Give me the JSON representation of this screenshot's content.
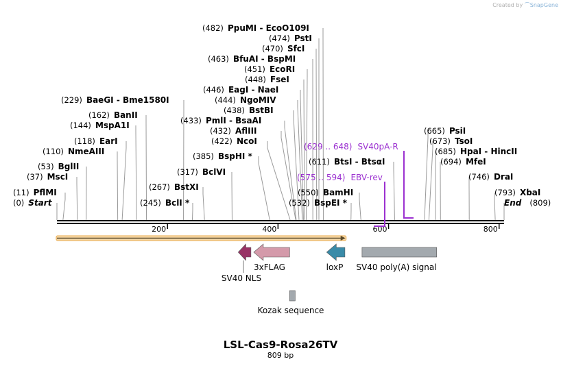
{
  "credit": {
    "prefix": "Created by",
    "brand": "SnapGene"
  },
  "title": "LSL-Cas9-Rosa26TV",
  "length_label": "809 bp",
  "sequence_length": 809,
  "ticks": [
    200,
    400,
    600,
    800
  ],
  "sites": [
    {
      "pos": "(482)",
      "name": "PpuMI",
      "name2": "EcoO109I",
      "bp": 482
    },
    {
      "pos": "(474)",
      "name": "PstI",
      "bp": 474
    },
    {
      "pos": "(470)",
      "name": "SfcI",
      "bp": 470
    },
    {
      "pos": "(463)",
      "name": "BfuAI",
      "name2": "BspMI",
      "bp": 463
    },
    {
      "pos": "(451)",
      "name": "EcoRI",
      "bp": 451
    },
    {
      "pos": "(448)",
      "name": "FseI",
      "bp": 448
    },
    {
      "pos": "(446)",
      "name": "EagI",
      "name2": "NaeI",
      "bp": 446
    },
    {
      "pos": "(444)",
      "name": "NgoMIV",
      "bp": 444
    },
    {
      "pos": "(438)",
      "name": "BstBI",
      "bp": 438
    },
    {
      "pos": "(433)",
      "name": "PmlI",
      "name2": "BsaAI",
      "bp": 433
    },
    {
      "pos": "(432)",
      "name": "AflIII",
      "bp": 432
    },
    {
      "pos": "(422)",
      "name": "NcoI",
      "bp": 422
    },
    {
      "pos": "(385)",
      "name": "BspHI",
      "star": "*",
      "bp": 385
    },
    {
      "pos": "(229)",
      "name": "BaeGI",
      "name2": "Bme1580I",
      "bp": 229
    },
    {
      "pos": "(162)",
      "name": "BanII",
      "bp": 162
    },
    {
      "pos": "(144)",
      "name": "MspA1I",
      "bp": 144
    },
    {
      "pos": "(118)",
      "name": "EarI",
      "bp": 118
    },
    {
      "pos": "(110)",
      "name": "NmeAIII",
      "bp": 110
    },
    {
      "pos": "(53)",
      "name": "BglII",
      "bp": 53
    },
    {
      "pos": "(37)",
      "name": "MscI",
      "bp": 37
    },
    {
      "pos": "(11)",
      "name": "PflMI",
      "bp": 11
    },
    {
      "pos": "(0)",
      "name": "Start",
      "bp": 0,
      "italic": true
    },
    {
      "pos": "(317)",
      "name": "BclVI",
      "bp": 317
    },
    {
      "pos": "(267)",
      "name": "BstXI",
      "bp": 267
    },
    {
      "pos": "(245)",
      "name": "BclI",
      "star": "*",
      "bp": 245
    },
    {
      "pos": "(611)",
      "name": "BtsI",
      "name2": "BtsαI",
      "bp": 611
    },
    {
      "pos": "(550)",
      "name": "BamHI",
      "bp": 550
    },
    {
      "pos": "(532)",
      "name": "BspEI",
      "star": "*",
      "bp": 532
    },
    {
      "pos": "(665)",
      "name": "PsiI",
      "bp": 665
    },
    {
      "pos": "(673)",
      "name": "TsoI",
      "bp": 673
    },
    {
      "pos": "(685)",
      "name": "HpaI",
      "name2": "HincII",
      "bp": 685
    },
    {
      "pos": "(694)",
      "name": "MfeI",
      "bp": 694
    },
    {
      "pos": "(746)",
      "name": "DraI",
      "bp": 746
    },
    {
      "pos": "(793)",
      "name": "XbaI",
      "bp": 793
    },
    {
      "pos": "(809)",
      "name": "End",
      "bp": 809,
      "italic": true
    }
  ],
  "primers": [
    {
      "range": "(629 .. 648)",
      "name": "SV40pA-R",
      "start": 629,
      "end": 648,
      "direction": "reverse"
    },
    {
      "range": "(575 .. 594)",
      "name": "EBV-rev",
      "start": 575,
      "end": 594,
      "direction": "reverse"
    }
  ],
  "features": [
    {
      "name": "3xFLAG",
      "start": 356,
      "end": 421,
      "direction": "reverse",
      "color": "#d49aaa"
    },
    {
      "name": "SV40 NLS",
      "start": 328,
      "end": 351,
      "direction": "reverse",
      "color": "#993366"
    },
    {
      "name": "loxP",
      "start": 488,
      "end": 521,
      "direction": "reverse",
      "color": "#3a8ba8"
    },
    {
      "name": "SV40 poly(A) signal",
      "start": 552,
      "end": 687,
      "direction": "none",
      "color": "#a3a9ae"
    },
    {
      "name": "Kozak sequence",
      "start": 421,
      "end": 431,
      "direction": "none",
      "color": "#a3a9ae"
    }
  ],
  "orf": {
    "start": 0,
    "end": 522,
    "direction": "forward",
    "color": "#e8a94a"
  }
}
